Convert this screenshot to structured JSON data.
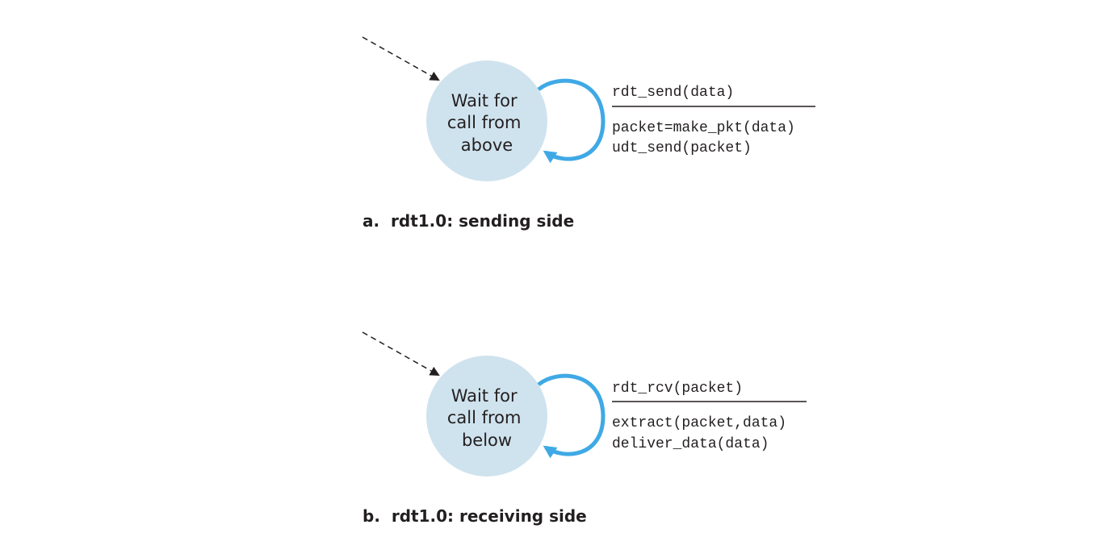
{
  "colors": {
    "state_fill": "#cfe3ee",
    "loop_arrow": "#3fa9e5",
    "text": "#231f20",
    "initial_arrow": "#231f20"
  },
  "figures": [
    {
      "state_lines": [
        "Wait for",
        "call from",
        "above"
      ],
      "event": "rdt_send(data)",
      "actions": [
        "packet=make_pkt(data)",
        "udt_send(packet)"
      ],
      "caption": "a.  rdt1.0: sending side"
    },
    {
      "state_lines": [
        "Wait for",
        "call from",
        "below"
      ],
      "event": "rdt_rcv(packet)",
      "actions": [
        "extract(packet,data)",
        "deliver_data(data)"
      ],
      "caption": "b.  rdt1.0: receiving side"
    }
  ]
}
